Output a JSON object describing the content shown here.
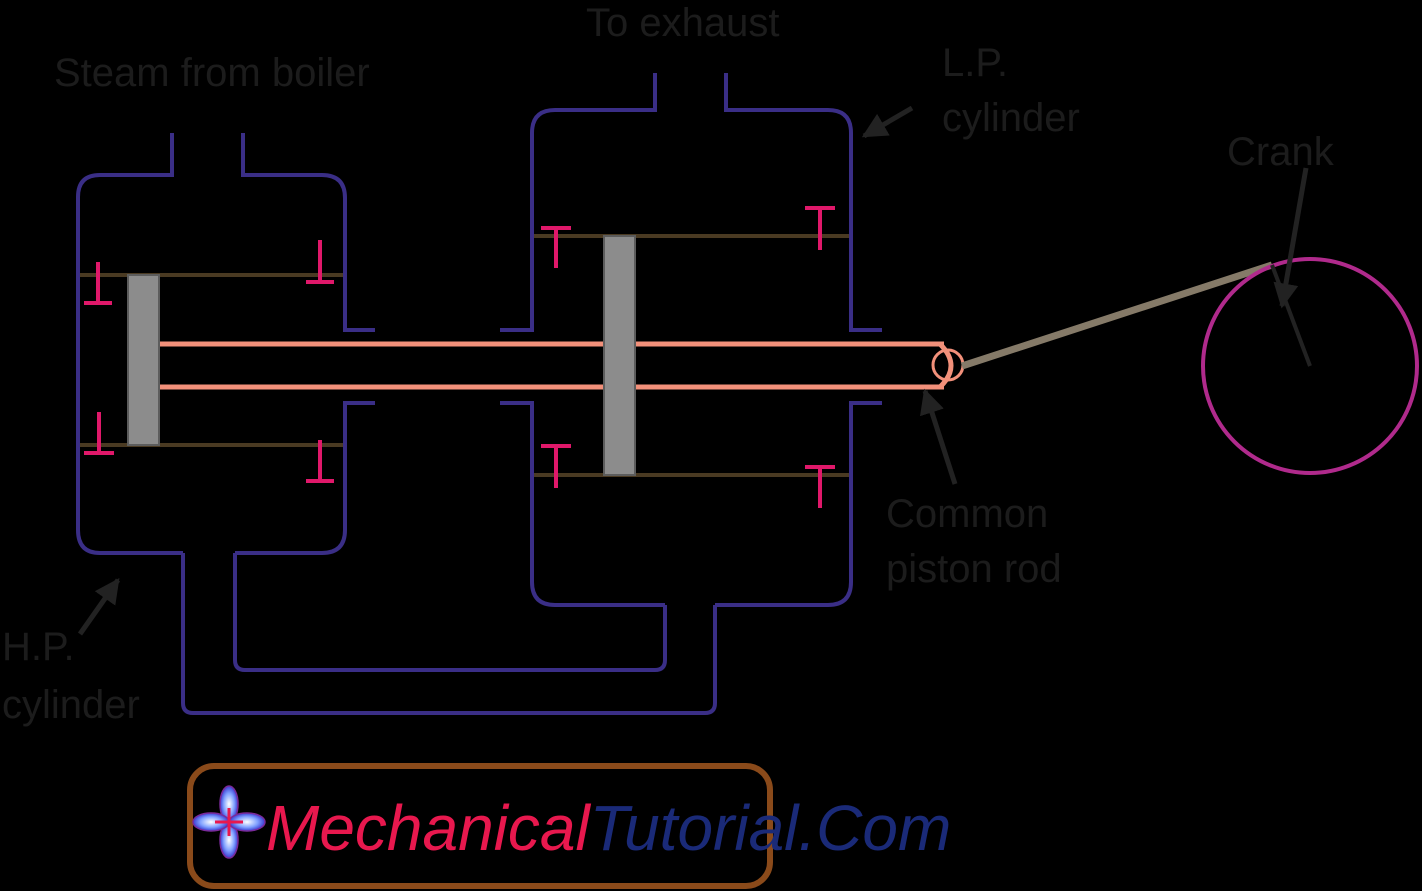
{
  "labels": {
    "steam_from_boiler": "Steam from boiler",
    "to_exhaust": "To exhaust",
    "lp_line1": "L.P.",
    "lp_line2": "cylinder",
    "crank": "Crank",
    "common_line1": "Common",
    "common_line2": "piston rod",
    "hp_line1": "H.P.",
    "hp_line2": "cylinder"
  },
  "logo": {
    "part1": "Mechanical",
    "part2": "Tutorial.Com"
  },
  "colors": {
    "background": "#000000",
    "cylinder_wall": "#3a2e86",
    "piston": "#8c8c8c",
    "piston_rod": "#f2907a",
    "ring": "#e0186a",
    "liner": "#4a3a22",
    "crank_circle": "#b02a8c",
    "connecting_rod": "#857a68",
    "arrow": "#222222",
    "text": "#1c1c1c",
    "logo_border": "#8a4a1a",
    "logo_red": "#e8184e",
    "logo_blue": "#1a2a78"
  }
}
